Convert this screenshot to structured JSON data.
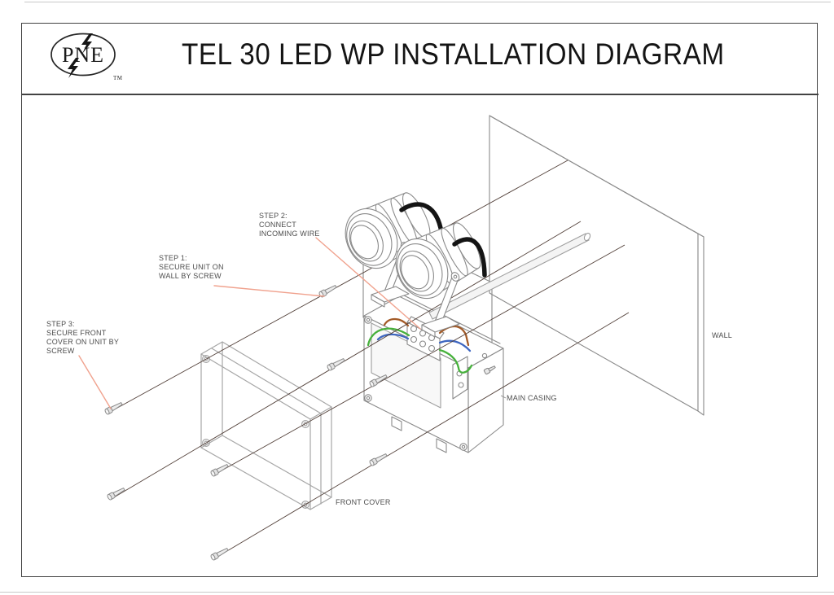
{
  "header": {
    "logo": {
      "text": "PNE",
      "tm": "TM"
    },
    "title": "TEL 30 LED WP INSTALLATION DIAGRAM"
  },
  "diagram": {
    "labels": {
      "step1": "STEP 1:\nSECURE UNIT ON\nWALL BY SCREW",
      "step2": "STEP 2:\nCONNECT\nINCOMING WIRE",
      "step3": "STEP 3:\nSECURE FRONT\nCOVER ON UNIT BY\nSCREW",
      "main_casing": "MAIN CASING",
      "front_cover": "FRONT COVER",
      "wall": "WALL"
    },
    "colors": {
      "leader": "#F0A28E",
      "line": "#53413A",
      "cable": "#141414",
      "wire_brown": "#A35B28",
      "wire_blue": "#3E66C0",
      "wire_green": "#47B13C",
      "outline": "#8A8A8A",
      "outline_light": "#A6A6A6",
      "border": "#424242"
    }
  }
}
